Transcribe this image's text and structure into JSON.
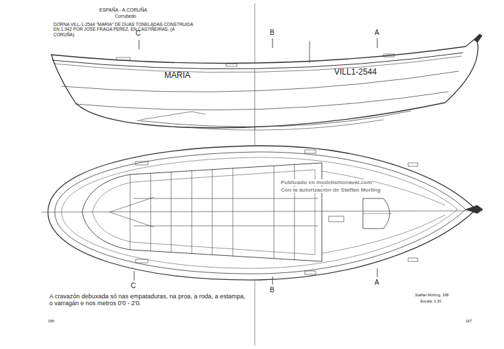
{
  "diagram": {
    "title": "ESPAÑA - A CORUÑA",
    "labels": [
      "Corrubedo",
      "DORNA VILL-1-2544 \"MARIA\" DE DUAS TONELADAS CONSTRUIDA EN 1.942 POR JOSE FRAGA PEREZ, EN CASTIÑEIRAS, (A CORUÑA).",
      "C",
      "B",
      "A",
      "MARIA",
      "VILL1-2544",
      "Publicado en modelismonaval.com",
      "Con la autorización de Staffan Morling",
      "C",
      "B",
      "A",
      "A cravazón debuxada só nas empataduras, na proa, a roda, a estampa, o varragán e nos metros 0'0 - 2'0.",
      "Staffan Mörling, 168",
      "Escala, 1:20",
      "166",
      "167"
    ]
  }
}
